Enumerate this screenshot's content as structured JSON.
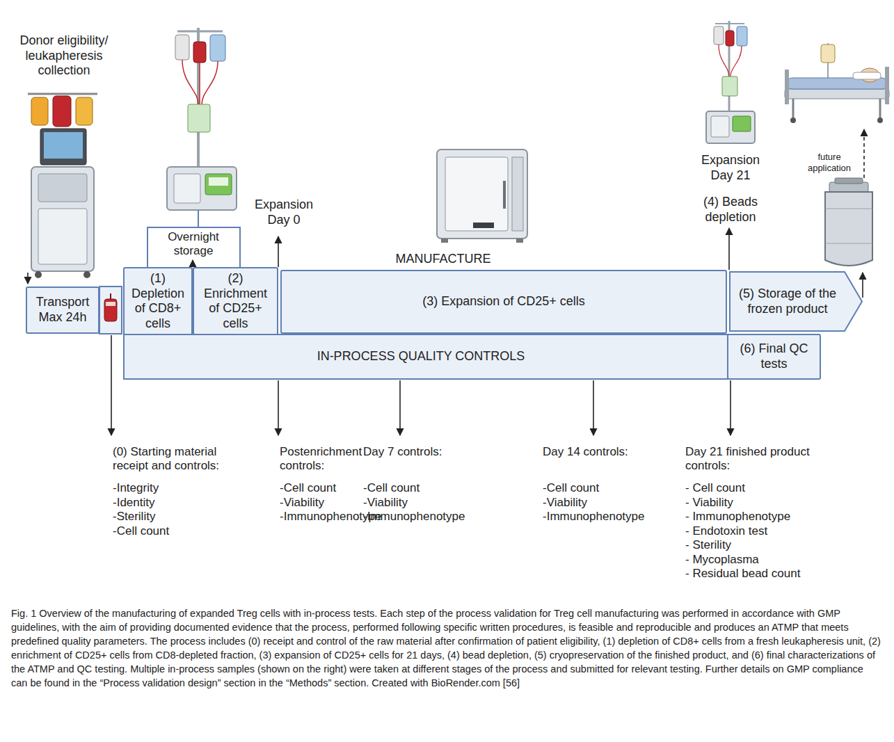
{
  "diagram": {
    "caption": "Fig. 1 Overview of the manufacturing of expanded Treg cells with in-process tests. Each step of the process validation for Treg cell manufacturing was performed in accordance with GMP guidelines, with the aim of providing documented evidence that the process, performed following specific written procedures, is feasible and reproducible and produces an ATMP that meets predefined quality parameters. The process includes (0) receipt and control of the raw material after confirmation of patient eligibility, (1) depletion of CD8+ cells from a fresh leukapheresis unit, (2) enrichment of CD25+ cells from CD8-depleted fraction, (3) expansion of CD25+ cells for 21 days, (4) bead depletion, (5) cryopreservation of the finished product, and (6) final characterizations of the ATMP and QC testing. Multiple in-process samples (shown on the right) were taken at different stages of the process and submitted for relevant testing. Further details on GMP compliance can be found in the “Process validation design” section in the “Methods” section. Created with BioRender.com [56]",
    "nodes": [
      {
        "text": [
          "Transport Max 24h"
        ]
      },
      {
        "text": [
          "(1) Depletion of CD8+ cells"
        ]
      },
      {
        "text": [
          "(2) Enrichment of CD25+ cells"
        ]
      },
      {
        "text": [
          "(3) Expansion of CD25+ cells"
        ]
      },
      {
        "text": [
          "(5) Storage of the frozen product"
        ]
      },
      {
        "text": [
          "IN-PROCESS QUALITY CONTROLS"
        ]
      },
      {
        "text": [
          "(6) Final QC tests"
        ]
      }
    ],
    "labels": [
      "Donor eligibility/ leukapheresis collection",
      "Overnight storage",
      "Expansion Day 0",
      "MANUFACTURE",
      "Expansion Day 21",
      "(4) Beads depletion",
      "future application",
      "(0) Starting material receipt and controls:",
      "-Integrity",
      "-Identity",
      "-Sterility",
      "-Cell count",
      "Postenrichment controls:",
      "-Cell count",
      "-Viability",
      "-Immunophenotype",
      "Day 7 controls:",
      "-Cell count",
      "-Viability",
      "-Immunophenotype",
      "Day 14 controls:",
      "-Cell count",
      "-Viability",
      "-Immunophenotype",
      "Day 21 finished product controls:",
      "- Cell count",
      "- Viability",
      "- Immunophenotype",
      "- Endotoxin test",
      "- Sterility",
      "- Mycoplasma",
      "- Residual bead count"
    ]
  }
}
